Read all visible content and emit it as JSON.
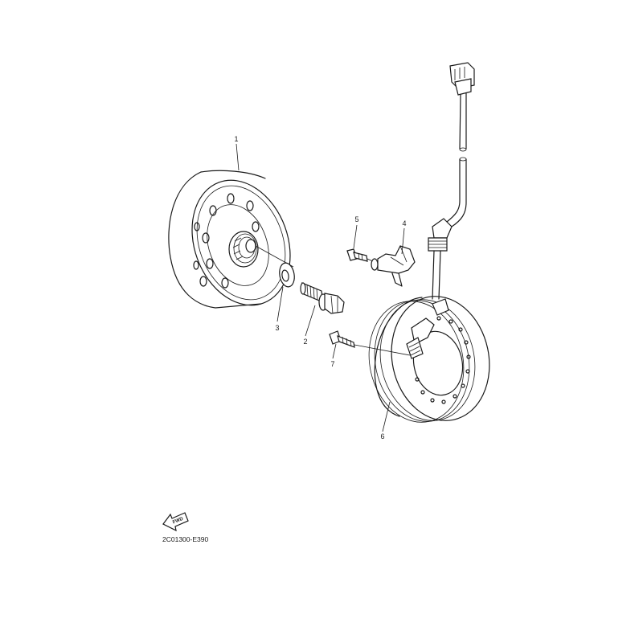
{
  "diagram": {
    "code": "2C01300-E390",
    "direction_label": "FWD",
    "parts": [
      {
        "id": "1",
        "label": "1"
      },
      {
        "id": "2",
        "label": "2"
      },
      {
        "id": "3",
        "label": "3"
      },
      {
        "id": "4",
        "label": "4"
      },
      {
        "id": "5",
        "label": "5"
      },
      {
        "id": "6",
        "label": "6"
      },
      {
        "id": "7",
        "label": "7"
      }
    ]
  }
}
